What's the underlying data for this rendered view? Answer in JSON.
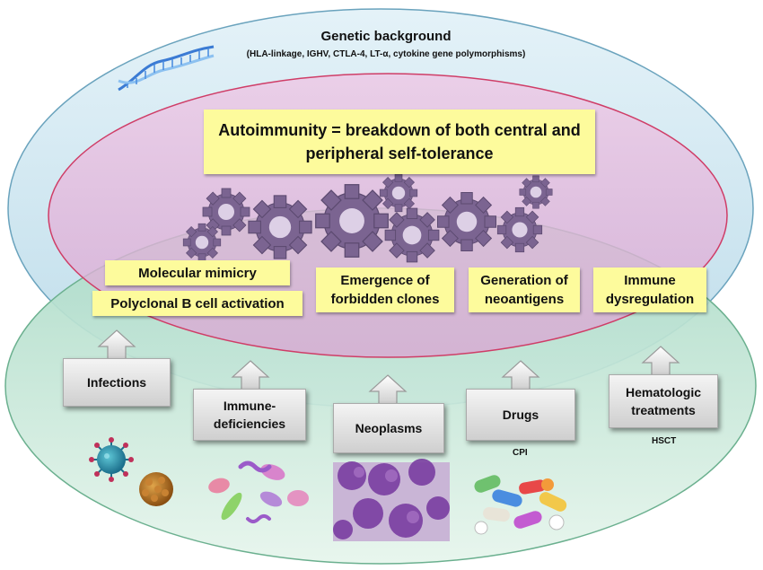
{
  "genetic": {
    "title": "Genetic background",
    "subtitle": "(HLA-linkage, IGHV, CTLA-4, LT-α, cytokine gene polymorphisms)"
  },
  "autoimmunity": {
    "line1": "Autoimmunity = breakdown of both central and",
    "line2": "peripheral self-tolerance"
  },
  "mechanisms": {
    "molecular_mimicry": "Molecular mimicry",
    "polyclonal": "Polyclonal B cell activation",
    "forbidden_1": "Emergence of",
    "forbidden_2": "forbidden clones",
    "neoantigens_1": "Generation of",
    "neoantigens_2": "neoantigens",
    "dysreg_1": "Immune",
    "dysreg_2": "dysregulation"
  },
  "triggers": {
    "infections": "Infections",
    "immuno_1": "Immune-",
    "immuno_2": "deficiencies",
    "neoplasms": "Neoplasms",
    "drugs": "Drugs",
    "drugs_sub": "CPI",
    "hemato_1": "Hematologic",
    "hemato_2": "treatments",
    "hemato_sub": "HSCT"
  },
  "colors": {
    "outer": "#cfe6ef",
    "middle": "#e6b6dc",
    "lower": "#c4e6d4",
    "yellow": "#fdfb9c",
    "gear": "#7a6590"
  },
  "icons": [
    "dna-icon",
    "gear-icon",
    "arrow-up-icon",
    "virus-icon",
    "bacteria-icon",
    "blood-cells-image",
    "pills-icon"
  ]
}
